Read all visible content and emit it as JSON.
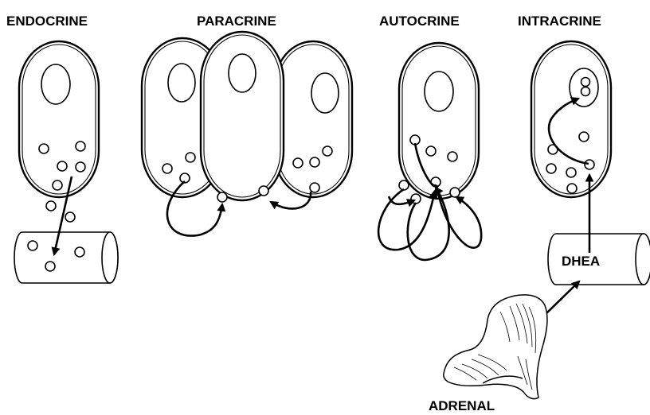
{
  "panels": {
    "endocrine": "ENDOCRINE",
    "paracrine": "PARACRINE",
    "autocrine": "AUTOCRINE",
    "intracrine": "INTRACRINE"
  },
  "labels": {
    "hormone": "DHEA",
    "gland": "ADRENAL"
  }
}
